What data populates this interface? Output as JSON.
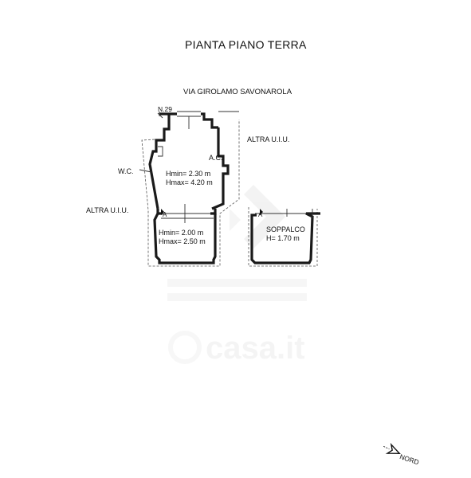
{
  "title": "PIANTA PIANO TERRA",
  "street": "VIA GIROLAMO SAVONAROLA",
  "civic_number": "N.29",
  "labels": {
    "other_unit_right": "ALTRA U.I.U.",
    "other_unit_left": "ALTRA U.I.U.",
    "wc": "W.C.",
    "ac": "A.C.",
    "section_a_left": "A",
    "section_a_right": "A",
    "mezzanine": "SOPPALCO"
  },
  "rooms": {
    "upper": {
      "hmin": "Hmin= 2.30 m",
      "hmax": "Hmax= 4.20 m"
    },
    "lower": {
      "hmin": "Hmin= 2.00 m",
      "hmax": "Hmax= 2.50 m"
    },
    "mezzanine": {
      "h": "H= 1.70 m"
    }
  },
  "watermark": "casa.it",
  "north_label": "NORD"
}
